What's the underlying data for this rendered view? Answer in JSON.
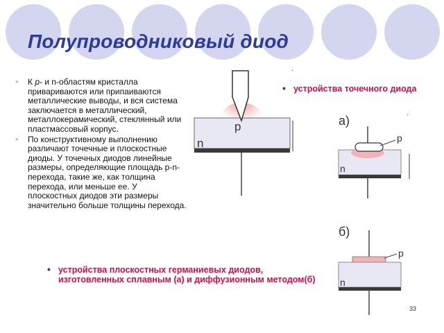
{
  "slide": {
    "title": "Полупроводниковый диод",
    "page_number": "33"
  },
  "left_bullets": [
    {
      "prefix": "К ",
      "italic": "p-",
      "rest": " и n-областям кристалла привариваются или припаиваются металлические выводы, и вся система заключается в металлический, металлокерамический, стеклянный или пластмассовый корпус."
    },
    {
      "text": "По конструктивному выполнению различают точечные и плоскостные диоды. У точечных диодов линейные размеры, определяющие площадь p-n-перехода, такие же, как толщина перехода, или меньше ее. У плоскостных диодов эти размеры значительно больше толщины перехода."
    }
  ],
  "right_label": "устройства точечного диода",
  "bottom_label": "устройства плоскостных германиевых диодов, изготовленных сплавным (а) и диффузионным методом(б)",
  "diagram_labels": {
    "big_p": "p",
    "big_n": "n",
    "a_label": "а)",
    "a_p": "p",
    "a_n": "n",
    "b_label": "б)",
    "b_p": "p",
    "b_n": "n"
  },
  "colors": {
    "title": "#2b3a9c",
    "accent_text": "#c4124a",
    "circle": "#d4d6ef",
    "crystal": "#e8e8f4",
    "p_region": "#f2b3b8",
    "base_strip": "#3a3a3a"
  }
}
